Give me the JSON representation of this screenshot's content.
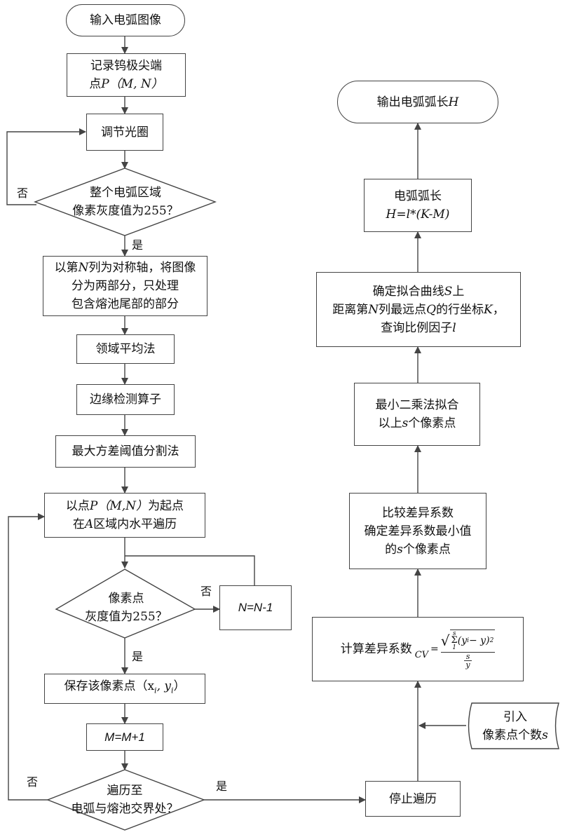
{
  "nodes": {
    "start": "输入电弧图像",
    "record_l1": "记录钨极尖端",
    "record_l2_pre": "点",
    "record_l2_var": "P",
    "record_l2_args": "（M, N）",
    "aperture": "调节光圈",
    "check_gray_l1": "整个电弧区域",
    "check_gray_l2": "像素灰度值为255？",
    "split_l1_pre": "以第",
    "split_l1_var": "N",
    "split_l1_post": "列为对称轴，将图像",
    "split_l2": "分为两部分，只处理",
    "split_l3": "包含熔池尾部的部分",
    "neighborhood": "领域平均法",
    "edge": "边缘检测算子",
    "otsu": "最大方差阈值分割法",
    "traverse_l1_pre": "以点",
    "traverse_l1_var": "P",
    "traverse_l1_args": "（M,N）",
    "traverse_l1_post": "为起点",
    "traverse_l2_pre": "在",
    "traverse_l2_var": "A",
    "traverse_l2_post": "区域内水平遍历",
    "pixel_check_l1": "像素点",
    "pixel_check_l2": "灰度值为255？",
    "n_update": "N=N-1",
    "save_pixel": "保存该像素点（x",
    "save_pixel_i": "i",
    "save_pixel_sep": ", y",
    "save_pixel_j": "i",
    "save_pixel_end": "）",
    "m_update": "M=M+1",
    "boundary_l1": "遍历至",
    "boundary_l2": "电弧与熔池交界处？",
    "stop": "停止遍历",
    "intro_l1": "引入",
    "intro_l2_pre": "像素点个数",
    "intro_l2_var": "s",
    "cv_label": "计算差异系数",
    "cv_lhs": "CV",
    "cv_sum_top": "s",
    "cv_sum_bot": "1",
    "cv_term": "(y",
    "cv_term_sub": "i",
    "cv_term_rest": " − y)",
    "cv_term_sup": "2",
    "cv_den_s": "s",
    "cv_den_y": "y",
    "compare_l1": "比较差异系数",
    "compare_l2": "确定差异系数最小值",
    "compare_l3_pre": "的",
    "compare_l3_var": "s",
    "compare_l3_post": "个像素点",
    "lsq_l1": "最小二乘法拟合",
    "lsq_l2_pre": "以上",
    "lsq_l2_var": "s",
    "lsq_l2_post": "个像素点",
    "fit_l1_pre": "确定拟合曲线",
    "fit_l1_var": "S",
    "fit_l1_post": "上",
    "fit_l2_pre": "距离第",
    "fit_l2_var1": "N",
    "fit_l2_mid": "列最远点",
    "fit_l2_var2": "Q",
    "fit_l2_post": "的行坐标",
    "fit_l2_var3": "K",
    "fit_l2_end": "，",
    "fit_l3_pre": "查询比例因子",
    "fit_l3_var": "l",
    "arclen_l1": "电弧弧长",
    "arclen_l2": "H=l*(K-M)",
    "output_pre": "输出电弧弧长",
    "output_var": "H"
  },
  "labels": {
    "no_1": "否",
    "yes_1": "是",
    "no_2": "否",
    "yes_2": "是",
    "no_3": "否",
    "yes_3": "是"
  },
  "colors": {
    "stroke": "#444444",
    "text": "#111111",
    "background": "#ffffff"
  }
}
